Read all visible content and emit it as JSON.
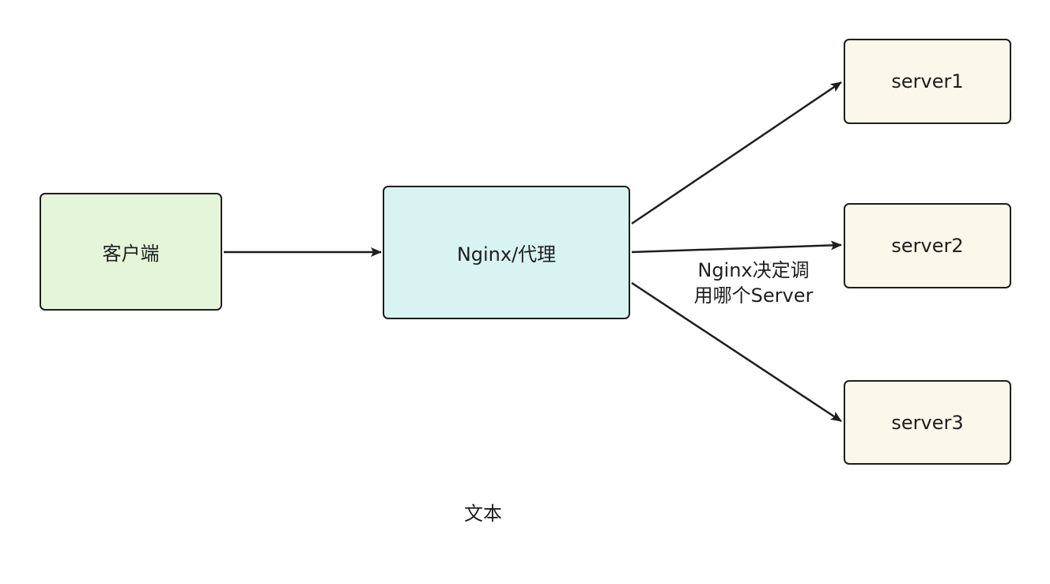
{
  "diagram": {
    "nodes": {
      "client": "客户端",
      "nginx": "Nginx/代理",
      "server1": "server1",
      "server2": "server2",
      "server3": "server3"
    },
    "edge_label": {
      "line1": "Nginx决定调",
      "line2": "用哪个Server"
    },
    "free_text": "文本",
    "edges": [
      {
        "from": "client",
        "to": "nginx"
      },
      {
        "from": "nginx",
        "to": "server1"
      },
      {
        "from": "nginx",
        "to": "server2"
      },
      {
        "from": "nginx",
        "to": "server3"
      }
    ]
  },
  "colors": {
    "stroke": "#1e1e1e",
    "client_fill": "#e4f5d9",
    "nginx_fill": "#d9f3f3",
    "server_fill": "#faf8ea"
  }
}
